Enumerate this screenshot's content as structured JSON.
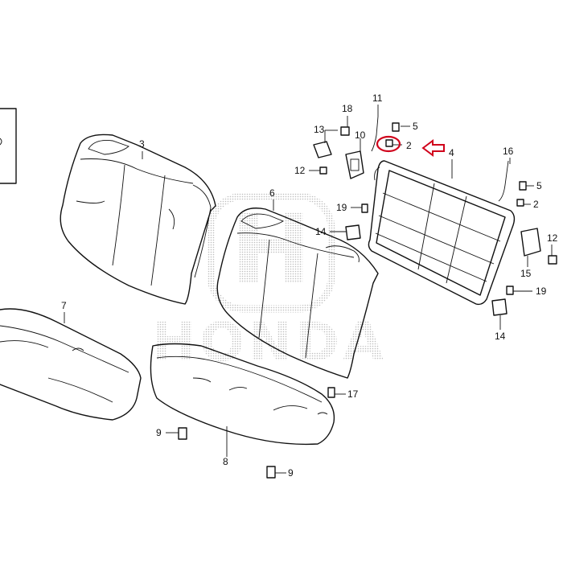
{
  "watermark": {
    "brand": "HONDA",
    "monogram": "H"
  },
  "colors": {
    "line": "#111111",
    "highlight": "#d0021b",
    "watermark": "#9a9a9a"
  },
  "callouts": {
    "p2a": "2",
    "p2b": "2",
    "p3": "3",
    "p4": "4",
    "p5a": "5",
    "p5b": "5",
    "p6": "6",
    "p7": "7",
    "p8": "8",
    "p9a": "9",
    "p9b": "9",
    "p10": "10",
    "p11": "11",
    "p12a": "12",
    "p12b": "12",
    "p13": "13",
    "p14a": "14",
    "p14b": "14",
    "p15": "15",
    "p16": "16",
    "p17": "17",
    "p18": "18",
    "p19a": "19",
    "p19b": "19"
  },
  "highlight": {
    "part": "2",
    "marker": "red-circle",
    "pointer": "red-arrow-left"
  }
}
